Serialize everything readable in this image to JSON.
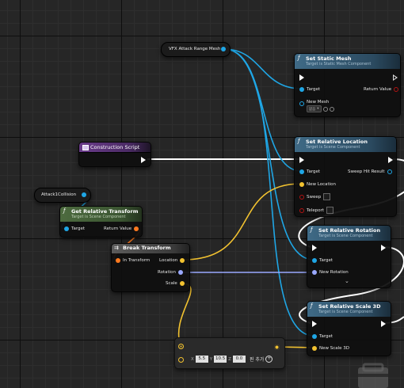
{
  "colors": {
    "exec": "#ffffff",
    "object": "#1fa6e5",
    "vector": "#f2c230",
    "rotator": "#9aa9ff",
    "transform": "#ff7a20",
    "bool": "#b31212"
  },
  "nodes": {
    "vfx_var": {
      "label": "VFX Attack Range Mesh"
    },
    "attack_var": {
      "label": "Attack1Collision"
    },
    "construction": {
      "title": "Construction Script"
    },
    "set_static_mesh": {
      "title": "Set Static Mesh",
      "subtitle": "Target is Static Mesh Component",
      "target": "Target",
      "return_value": "Return Value",
      "new_mesh": "New Mesh",
      "mesh_value": "없음"
    },
    "set_rel_loc": {
      "title": "Set Relative Location",
      "subtitle": "Target is Scene Component",
      "target": "Target",
      "sweep_hit": "Sweep Hit Result",
      "new_location": "New Location",
      "sweep": "Sweep",
      "teleport": "Teleport"
    },
    "get_rel_tf": {
      "title": "Get Relative Transform",
      "subtitle": "Target is Scene Component",
      "target": "Target",
      "return_value": "Return Value"
    },
    "break_tf": {
      "title": "Break Transform",
      "in_transform": "In Transform",
      "location": "Location",
      "rotation": "Rotation",
      "scale": "Scale"
    },
    "set_rel_rot": {
      "title": "Set Relative Rotation",
      "subtitle": "Target is Scene Component",
      "target": "Target",
      "new_rotation": "New Rotation"
    },
    "set_rel_scale": {
      "title": "Set Relative Scale 3D",
      "subtitle": "Target is Scene Component",
      "target": "Target",
      "new_scale": "New Scale 3D"
    },
    "multiply": {
      "x_label": "X",
      "x_value": "5.5",
      "y_label": "Y",
      "y_value": "10.5",
      "z_label": "Z",
      "z_value": "0.0",
      "add_pin": "핀 추가"
    }
  }
}
